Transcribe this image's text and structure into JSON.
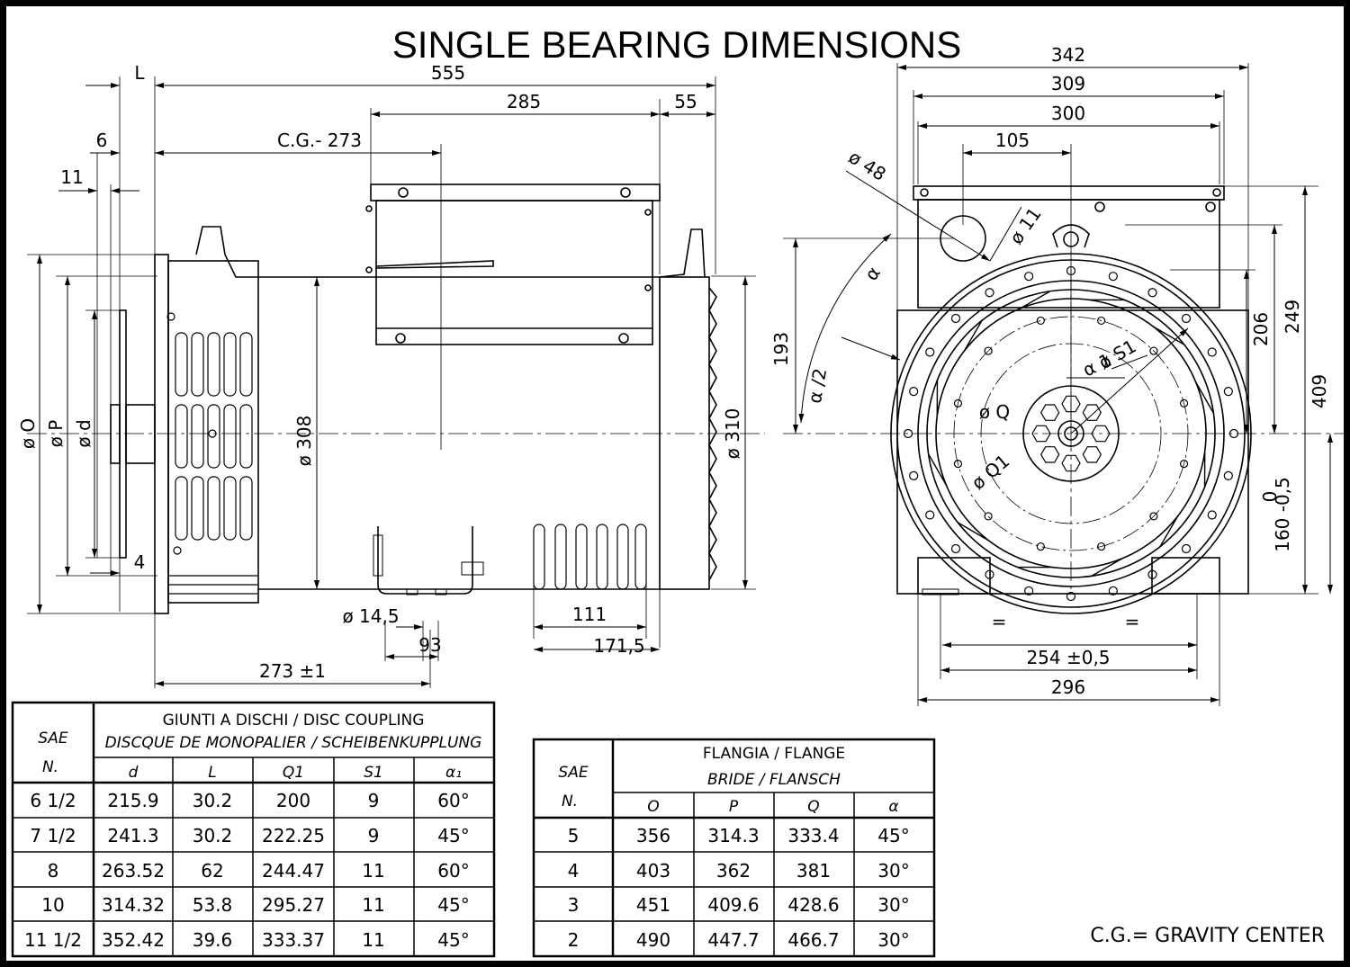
{
  "title": "SINGLE BEARING DIMENSIONS",
  "side_dims": {
    "L": "L",
    "d555": "555",
    "d285": "285",
    "d55": "55",
    "d6": "6",
    "cg": "C.G.- 273",
    "d11": "11",
    "phiO": "ø O",
    "phiP": "ø P",
    "phid": "ø d",
    "d4": "4",
    "phi308": "ø 308",
    "phi310": "ø 310",
    "phi145": "ø 14,5",
    "d93": "93",
    "d111": "111",
    "d1715": "171,5",
    "d2731": "273 ±1"
  },
  "front_dims": {
    "d342": "342",
    "d309": "309",
    "d300": "300",
    "d105": "105",
    "phi48": "ø 48",
    "phi11": "ø 11",
    "alpha": "α",
    "alpha2": "α /2",
    "d193": "193",
    "phiS1": "ø S1",
    "alpha1": "α 1",
    "phiQ": "ø Q",
    "phiQ1": "ø Q1",
    "d206": "206",
    "d249": "249",
    "d409": "409",
    "tol0": "0",
    "tol160": "160 -0,5",
    "eq": "=",
    "d254": "254 ±0,5",
    "d296": "296"
  },
  "coupling_table": {
    "sae_label": "SAE",
    "n_label": "N.",
    "header1": "GIUNTI A DISCHI / DISC COUPLING",
    "header2": "DISCQUE DE MONOPALIER / SCHEIBENKUPPLUNG",
    "columns": [
      "d",
      "L",
      "Q1",
      "S1",
      "α₁"
    ],
    "rows": [
      [
        "6  1/2",
        "215.9",
        "30.2",
        "200",
        "9",
        "60°"
      ],
      [
        "7  1/2",
        "241.3",
        "30.2",
        "222.25",
        "9",
        "45°"
      ],
      [
        "8",
        "263.52",
        "62",
        "244.47",
        "11",
        "60°"
      ],
      [
        "10",
        "314.32",
        "53.8",
        "295.27",
        "11",
        "45°"
      ],
      [
        "11  1/2",
        "352.42",
        "39.6",
        "333.37",
        "11",
        "45°"
      ]
    ]
  },
  "flange_table": {
    "sae_label": "SAE",
    "n_label": "N.",
    "header1": "FLANGIA / FLANGE",
    "header2": "BRIDE / FLANSCH",
    "columns": [
      "O",
      "P",
      "Q",
      "α"
    ],
    "rows": [
      [
        "5",
        "356",
        "314.3",
        "333.4",
        "45°"
      ],
      [
        "4",
        "403",
        "362",
        "381",
        "30°"
      ],
      [
        "3",
        "451",
        "409.6",
        "428.6",
        "30°"
      ],
      [
        "2",
        "490",
        "447.7",
        "466.7",
        "30°"
      ]
    ]
  },
  "note": "C.G.= GRAVITY  CENTER"
}
